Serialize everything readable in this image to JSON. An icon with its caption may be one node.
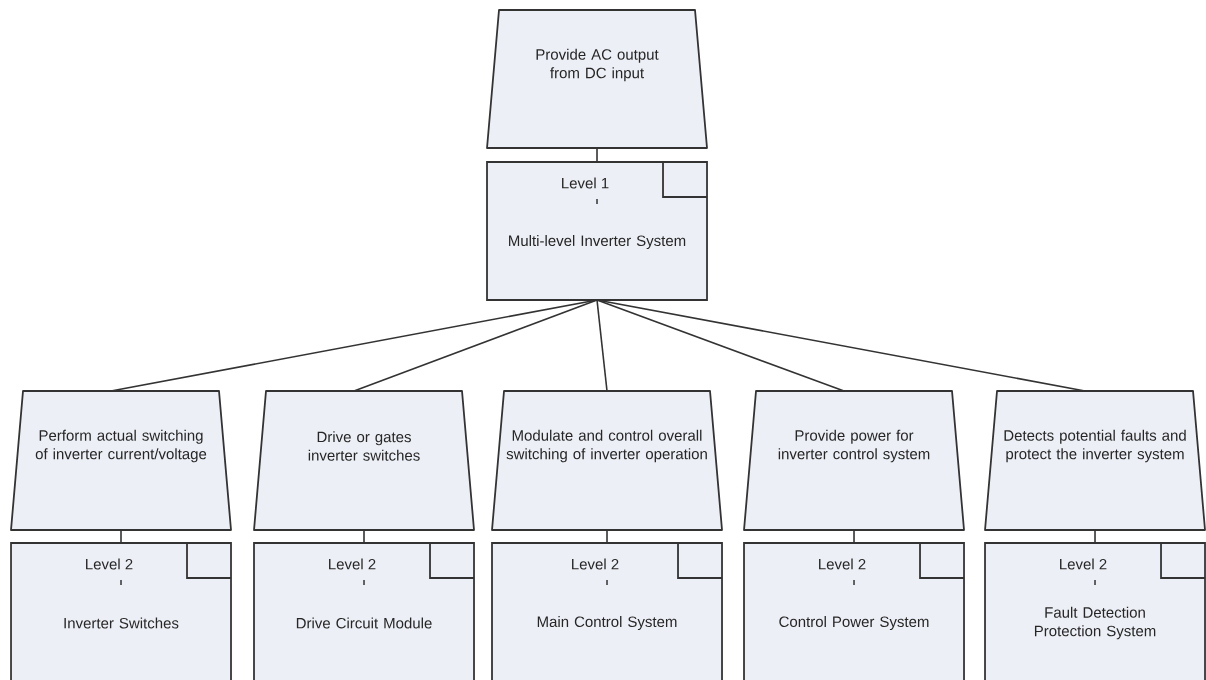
{
  "diagram": {
    "nodes": [
      {
        "text": [
          "Provide AC output from DC input"
        ]
      },
      {
        "text": [
          "Level 1",
          "Multi-level Inverter System"
        ]
      },
      {
        "text": [
          "Perform actual switching of inverter current/voltage"
        ]
      },
      {
        "text": [
          "Drive or gates inverter switches"
        ]
      },
      {
        "text": [
          "Modulate and control overall switching of inverter operation"
        ]
      },
      {
        "text": [
          "Provide power for inverter control system"
        ]
      },
      {
        "text": [
          "Detects potential faults and protect the inverter system"
        ]
      },
      {
        "text": [
          "Level 2",
          "Inverter Switches"
        ]
      },
      {
        "text": [
          "Level 2",
          "Drive Circuit Module"
        ]
      },
      {
        "text": [
          "Level 2",
          "Main Control System"
        ]
      },
      {
        "text": [
          "Level 2",
          "Control Power System"
        ]
      },
      {
        "text": [
          "Level 2",
          "Fault Detection Protection System"
        ]
      }
    ],
    "edges": [
      {
        "from": 0,
        "to": 1,
        "arrow": "none"
      },
      {
        "from": 1,
        "to": 2,
        "arrow": "none"
      },
      {
        "from": 1,
        "to": 3,
        "arrow": "none"
      },
      {
        "from": 1,
        "to": 4,
        "arrow": "none"
      },
      {
        "from": 1,
        "to": 5,
        "arrow": "none"
      },
      {
        "from": 1,
        "to": 6,
        "arrow": "none"
      },
      {
        "from": 2,
        "to": 7,
        "arrow": "none"
      },
      {
        "from": 3,
        "to": 8,
        "arrow": "none"
      },
      {
        "from": 4,
        "to": 9,
        "arrow": "none"
      },
      {
        "from": 5,
        "to": 10,
        "arrow": "none"
      },
      {
        "from": 6,
        "to": 11,
        "arrow": "none"
      }
    ]
  }
}
